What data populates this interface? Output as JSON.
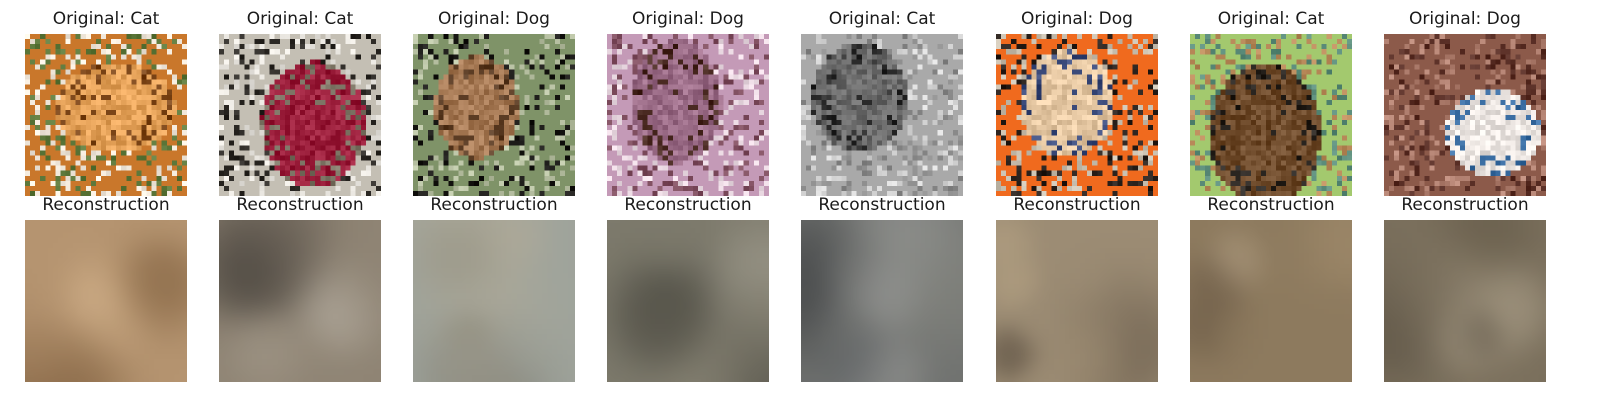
{
  "figure": {
    "columns": [
      {
        "original_title": "Original: Cat",
        "reconstruction_title": "Reconstruction",
        "original_image": {
          "subject": "cat",
          "palette": [
            "#c9772b",
            "#e6a35a",
            "#7a4417",
            "#f2e9dc",
            "#5f7a3d"
          ]
        },
        "reconstruction_image": {
          "palette": [
            "#b59470",
            "#e7d7c0",
            "#6b4b2d",
            "#d5b48d",
            "#8a6a48"
          ]
        }
      },
      {
        "original_title": "Original: Cat",
        "reconstruction_title": "Reconstruction",
        "original_image": {
          "subject": "cat",
          "palette": [
            "#c4bfb4",
            "#9a1d3a",
            "#7d7565",
            "#2d2a26",
            "#e9e6e0"
          ]
        },
        "reconstruction_image": {
          "palette": [
            "#8f8474",
            "#c9c3b8",
            "#3e3a35",
            "#aaa192",
            "#6e655a"
          ]
        }
      },
      {
        "original_title": "Original: Dog",
        "reconstruction_title": "Reconstruction",
        "original_image": {
          "subject": "dog",
          "palette": [
            "#7f9368",
            "#a77a55",
            "#5b3c24",
            "#1b1a17",
            "#b9c2a4"
          ]
        },
        "reconstruction_image": {
          "palette": [
            "#9ea39b",
            "#c3c4bb",
            "#6c6a62",
            "#8f8b7a",
            "#b1ab99"
          ]
        }
      },
      {
        "original_title": "Original: Dog",
        "reconstruction_title": "Reconstruction",
        "original_image": {
          "subject": "dog",
          "palette": [
            "#c49ab7",
            "#9b6c87",
            "#4a2a22",
            "#ead9e2",
            "#7f4e5f"
          ]
        },
        "reconstruction_image": {
          "palette": [
            "#7d7a6c",
            "#a5a193",
            "#3b3a33",
            "#8f8a7a",
            "#5e5b50"
          ]
        }
      },
      {
        "original_title": "Original: Cat",
        "reconstruction_title": "Reconstruction",
        "original_image": {
          "subject": "cat",
          "palette": [
            "#a9a9a9",
            "#6b6b6b",
            "#2a2a2a",
            "#d8d8d8",
            "#8a8a8a"
          ]
        },
        "reconstruction_image": {
          "palette": [
            "#6f716f",
            "#9a9b98",
            "#3a3c3e",
            "#85867f",
            "#565a5e"
          ]
        }
      },
      {
        "original_title": "Original: Dog",
        "reconstruction_title": "Reconstruction",
        "original_image": {
          "subject": "dog",
          "palette": [
            "#f06a1e",
            "#e7c9a4",
            "#3a4a7a",
            "#c9c0b0",
            "#2a211c"
          ]
        },
        "reconstruction_image": {
          "palette": [
            "#9c8c74",
            "#c7b79e",
            "#5a4e40",
            "#b3a082",
            "#78695a"
          ]
        }
      },
      {
        "original_title": "Original: Cat",
        "reconstruction_title": "Reconstruction",
        "original_image": {
          "subject": "cat",
          "palette": [
            "#a3c96e",
            "#6f4b2b",
            "#2a2520",
            "#b98a5a",
            "#5b8c7a"
          ]
        },
        "reconstruction_image": {
          "palette": [
            "#8d7a5e",
            "#b9a68a",
            "#4e4034",
            "#a38d6d",
            "#6b5a46"
          ]
        }
      },
      {
        "original_title": "Original: Dog",
        "reconstruction_title": "Reconstruction",
        "original_image": {
          "subject": "dog",
          "palette": [
            "#8c5a4a",
            "#ece6e2",
            "#3b6ea3",
            "#5a2f26",
            "#b58474"
          ]
        },
        "reconstruction_image": {
          "palette": [
            "#7a6f5c",
            "#a89c86",
            "#4b4337",
            "#938670",
            "#625846"
          ]
        }
      }
    ]
  }
}
